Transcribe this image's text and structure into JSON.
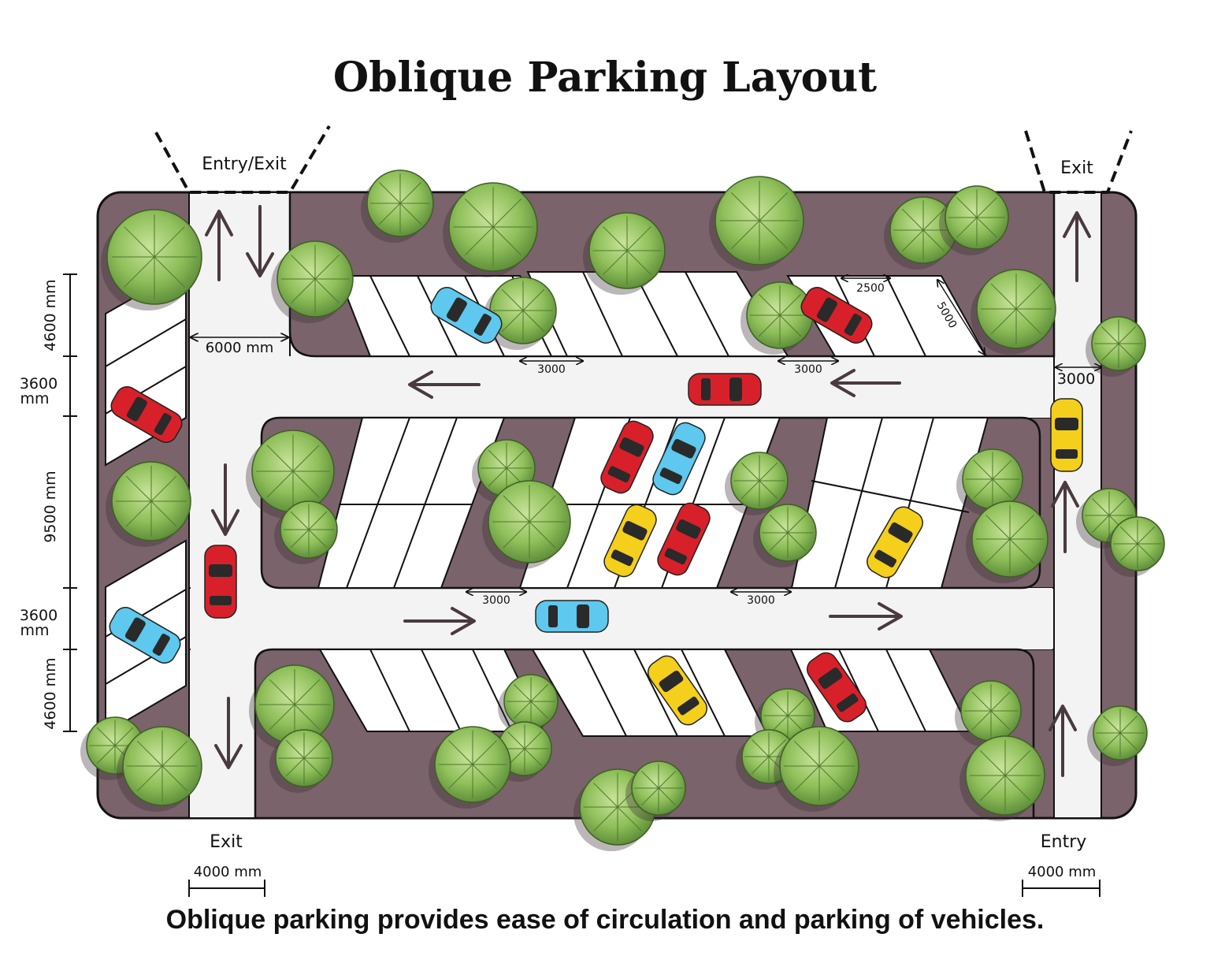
{
  "title": "Oblique Parking Layout",
  "caption": "Oblique parking provides ease of circulation and parking of vehicles.",
  "labels": {
    "entry_exit": "Entry/Exit",
    "exit_top_right": "Exit",
    "exit_bottom_left": "Exit",
    "entry_bottom_right": "Entry"
  },
  "dimensions": {
    "left_4600_top": "4600 mm",
    "left_3600_upper_1": "3600",
    "left_3600_upper_2": "mm",
    "left_9500": "9500 mm",
    "left_3600_lower_1": "3600",
    "left_3600_lower_2": "mm",
    "left_4600_bottom": "4600 mm",
    "aisle_6000": "6000 mm",
    "top_row_3000_a": "3000",
    "top_row_3000_b": "3000",
    "stall_width_2500": "2500",
    "stall_length_5000": "5000",
    "right_aisle_3000": "3000",
    "mid_row_3000_a": "3000",
    "mid_row_3000_b": "3000",
    "bottom_left_4000": "4000 mm",
    "bottom_right_4000": "4000 mm"
  },
  "colors": {
    "lot_surface": "#7a636b",
    "aisle": "#f3f3f3",
    "stall": "#ffffff",
    "outline": "#111111",
    "arrow": "#4a3a40",
    "tree_fill": "#8fbf5a",
    "tree_dark": "#5f8f3a",
    "car_red": "#d8202a",
    "car_blue": "#5ec8ee",
    "car_yellow": "#f4cf1b"
  }
}
